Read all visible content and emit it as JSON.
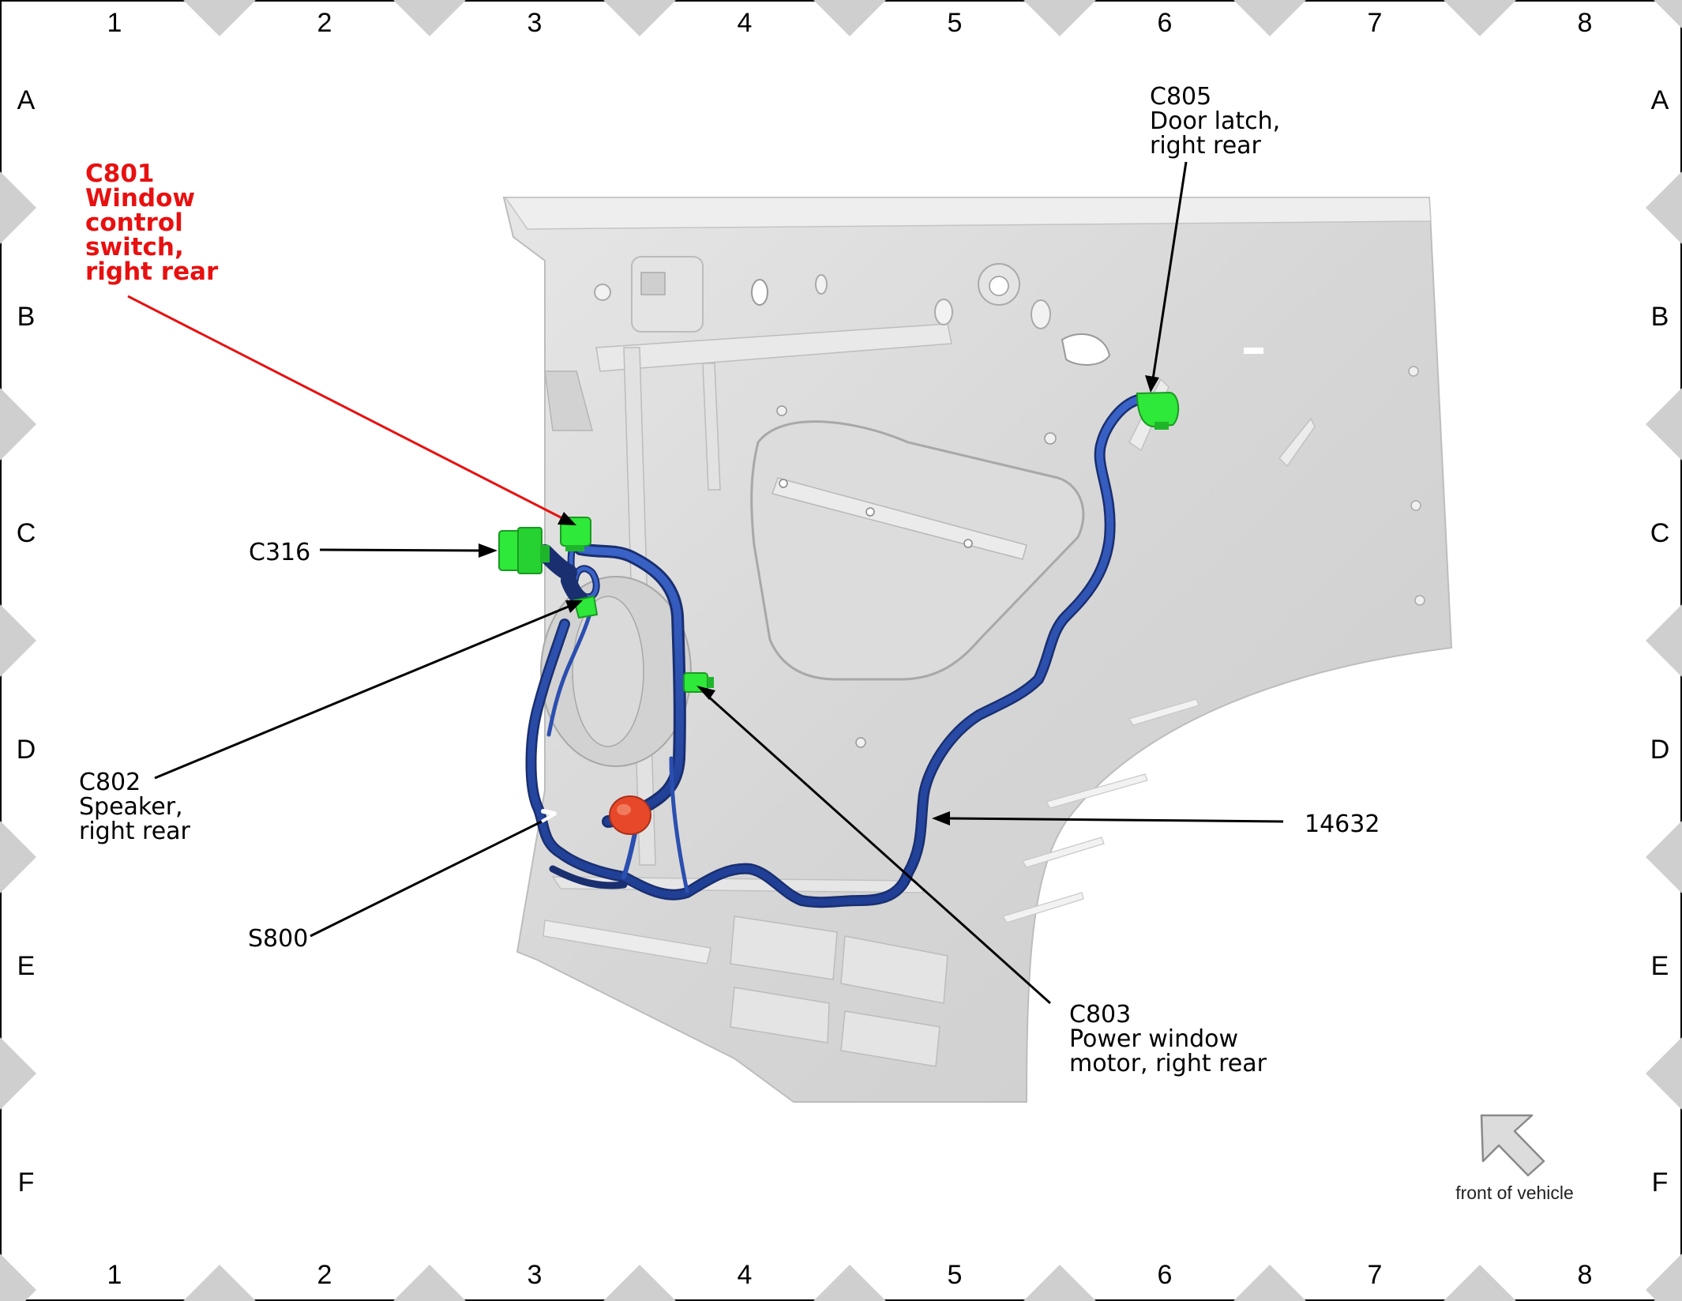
{
  "grid": {
    "columns": [
      "1",
      "2",
      "3",
      "4",
      "5",
      "6",
      "7",
      "8"
    ],
    "rows": [
      "A",
      "B",
      "C",
      "D",
      "E",
      "F"
    ]
  },
  "callouts": {
    "c801": {
      "lines": [
        "C801",
        "Window",
        "control",
        "switch,",
        "right rear"
      ],
      "color": "#e81010"
    },
    "c805": {
      "lines": [
        "C805",
        "Door latch,",
        "right rear"
      ]
    },
    "c316": {
      "lines": [
        "C316"
      ]
    },
    "c802": {
      "lines": [
        "C802",
        "Speaker,",
        "right rear"
      ]
    },
    "s800": {
      "lines": [
        "S800"
      ]
    },
    "harness": {
      "lines": [
        "14632"
      ]
    },
    "c803": {
      "lines": [
        "C803",
        "Power window",
        "motor, right rear"
      ]
    }
  },
  "orientation": {
    "label": "front of vehicle",
    "icon": "front-arrow-icon"
  },
  "colors": {
    "connector": "#2ee83a",
    "harness": "#2b4fb0",
    "splice": "#e8482a",
    "door_panel": "#d9d9d9",
    "border_marker": "#cfcfcf"
  }
}
